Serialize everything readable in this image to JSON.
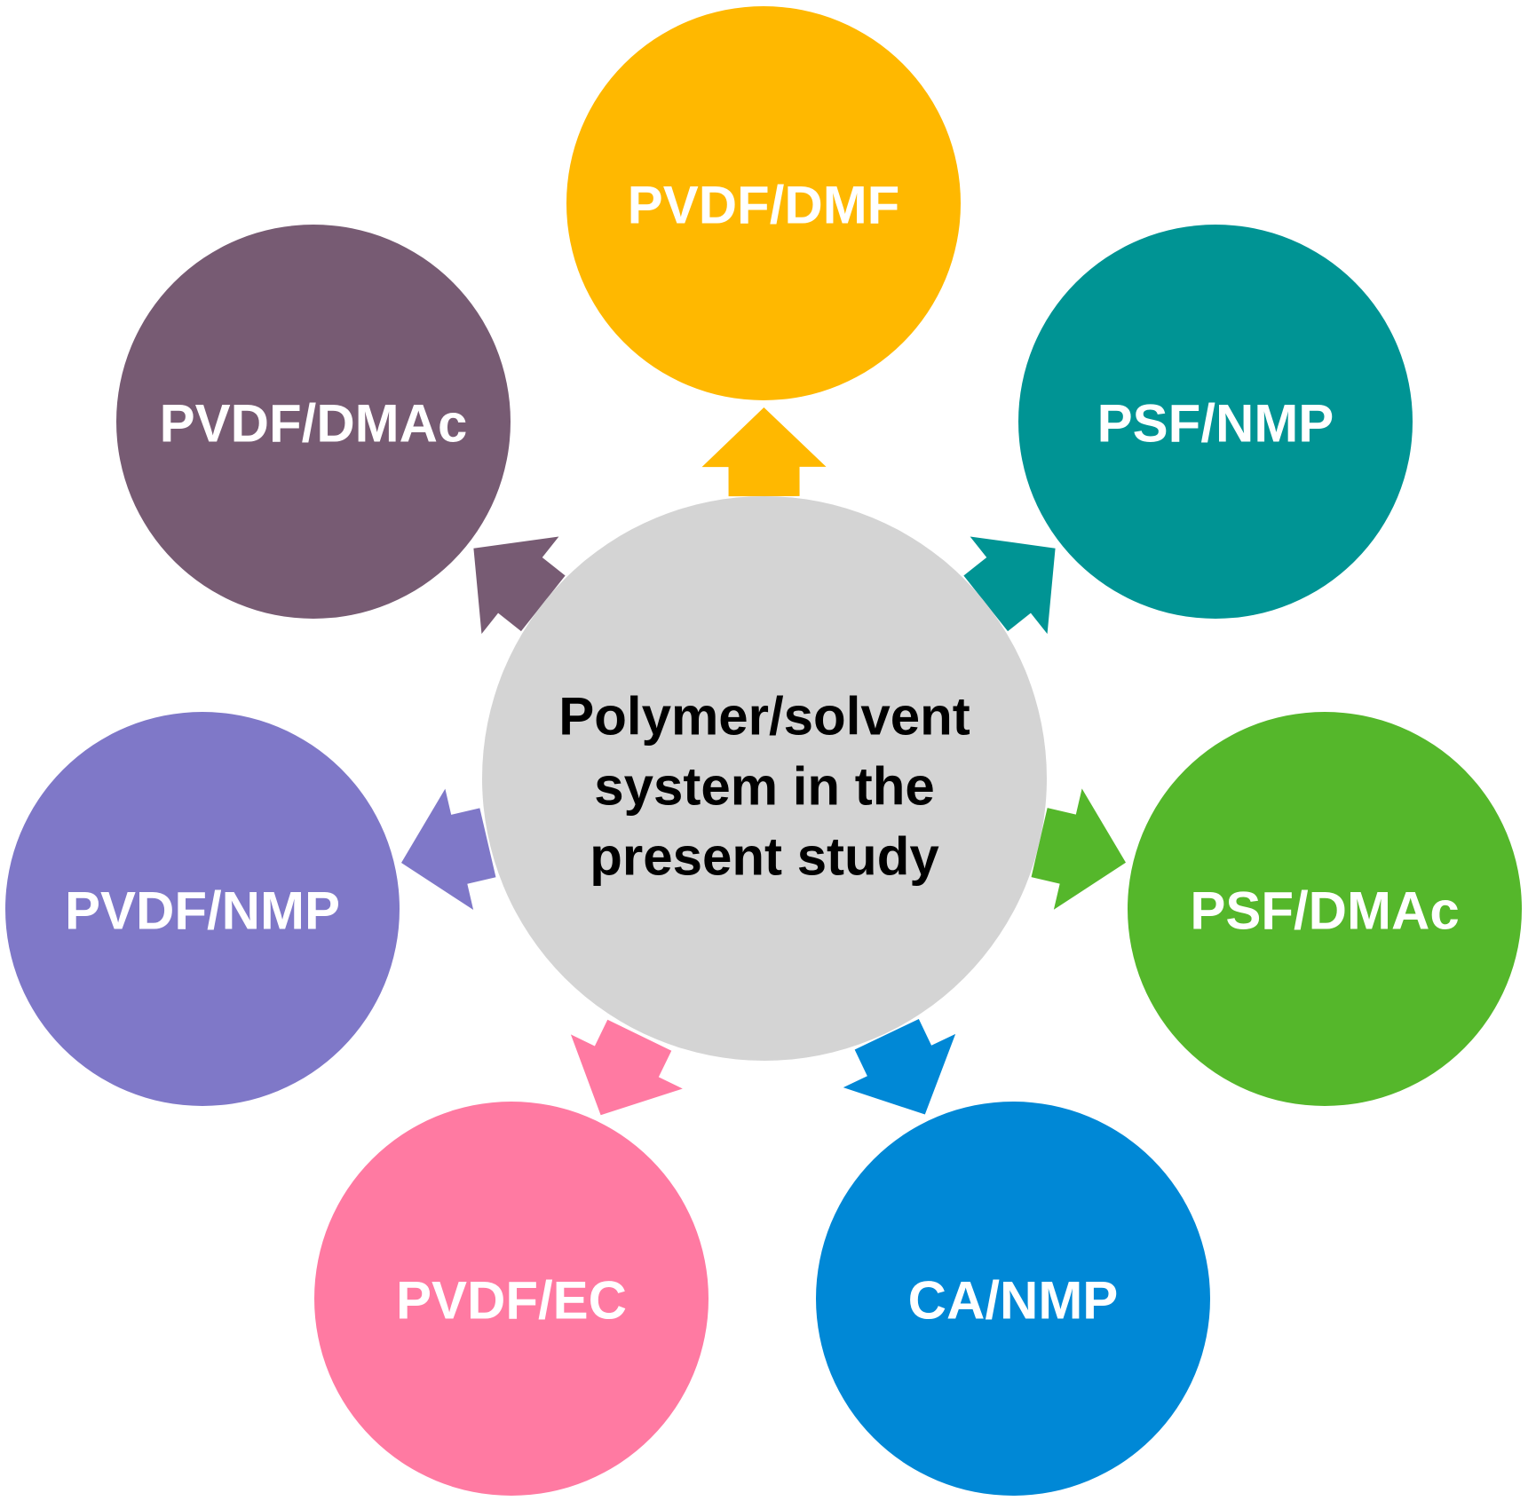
{
  "hub": {
    "lines": [
      "Polymer/solvent",
      "system in the",
      "present study"
    ],
    "color": "#d4d4d4",
    "text_color": "#000000"
  },
  "nodes": [
    {
      "id": "pvdf-dmf",
      "label": "PVDF/DMF",
      "color": "#ffb800"
    },
    {
      "id": "psf-nmp",
      "label": "PSF/NMP",
      "color": "#009494"
    },
    {
      "id": "psf-dmac",
      "label": "PSF/DMAc",
      "color": "#55b72b"
    },
    {
      "id": "ca-nmp",
      "label": "CA/NMP",
      "color": "#0088d6"
    },
    {
      "id": "pvdf-ec",
      "label": "PVDF/EC",
      "color": "#ff7aa2"
    },
    {
      "id": "pvdf-nmp",
      "label": "PVDF/NMP",
      "color": "#7f78c8"
    },
    {
      "id": "pvdf-dmac",
      "label": "PVDF/DMAc",
      "color": "#775b73"
    }
  ]
}
